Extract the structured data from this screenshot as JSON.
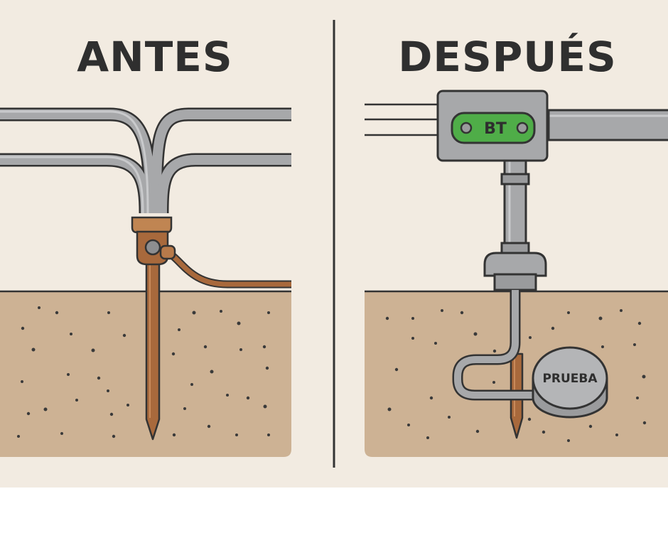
{
  "panels": {
    "before": {
      "title": "ANTES"
    },
    "after": {
      "title": "DESPUÉS",
      "junction_box_label": "BT",
      "test_well_label": "PRUEBA"
    }
  },
  "colors": {
    "background": "#f2ebe1",
    "soil": "#cdb294",
    "pipe_gray": "#a7a8aa",
    "copper": "#a8693c",
    "clamp": "#c08552",
    "junction_label_green": "#4fad48",
    "outline": "#333333"
  }
}
